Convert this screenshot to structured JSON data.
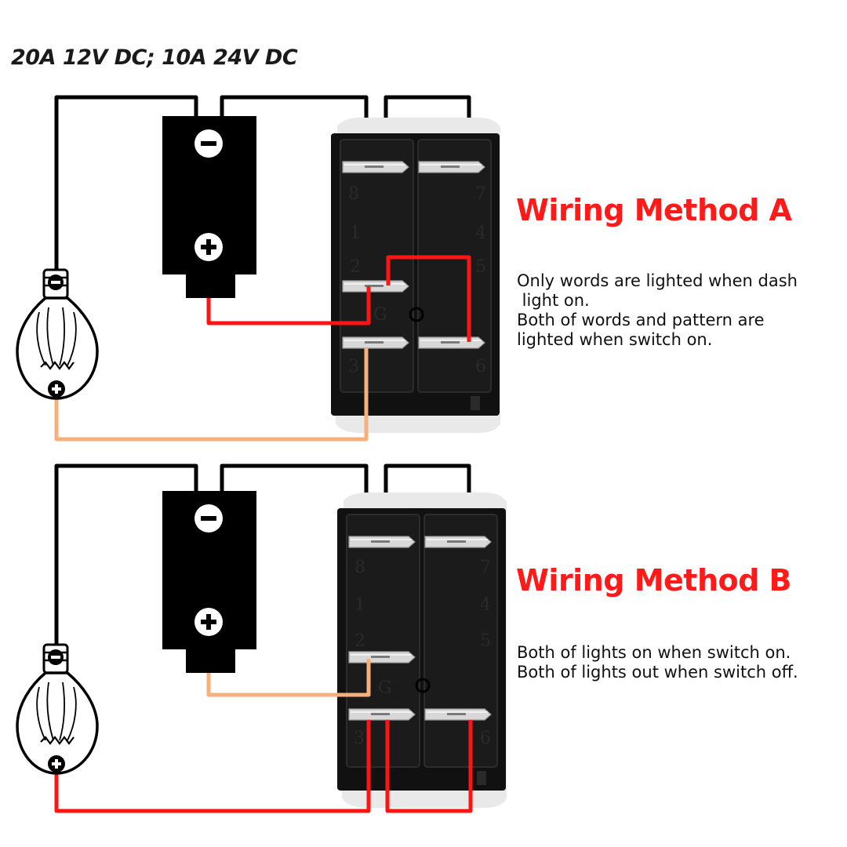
{
  "rating": "20A 12V DC; 10A 24V DC",
  "colors": {
    "wire_black": "#000000",
    "wire_red": "#ff1414",
    "wire_orange": "#f7b07c",
    "title_red": "#ff1a1a",
    "switch_body": "#111111",
    "terminal": "#d8d8d8"
  },
  "symbols": {
    "negative": "−",
    "positive": "+"
  },
  "switch_pins": {
    "p8": "8",
    "p7": "7",
    "p1": "1",
    "p4": "4",
    "p2": "2",
    "p5": "5",
    "ground": "G",
    "p3": "3",
    "p6": "6"
  },
  "methods": [
    {
      "title": "Wiring Method A",
      "description": [
        "Only words are lighted when dash",
        " light on.",
        "Both of words and pattern are",
        "lighted when switch on."
      ]
    },
    {
      "title": "Wiring Method B",
      "description": [
        "Both of lights on when switch on.",
        "Both of lights out when switch off."
      ]
    }
  ]
}
